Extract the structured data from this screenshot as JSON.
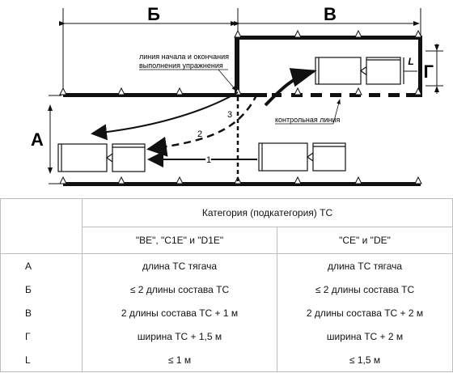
{
  "diagram": {
    "dimension_labels": {
      "a": "А",
      "b": "Б",
      "v": "В",
      "g": "Г",
      "l": "L"
    },
    "route_numbers": [
      "1",
      "2",
      "3"
    ],
    "annotation_start_line": [
      "линия начала и окончания",
      "выполнения упражнения"
    ],
    "annotation_control_line": "контрольная линия"
  },
  "table": {
    "category_header": "Категория (подкатегория) ТС",
    "columns": [
      "\"BE\", \"C1E\" и \"D1E\"",
      "\"CE\" и \"DE\""
    ],
    "rows": [
      {
        "param": "А",
        "col1": "длина ТС тягача",
        "col2": "длина ТС тягача"
      },
      {
        "param": "Б",
        "col1": "≤  2 длины состава ТС",
        "col2": "≤  2 длины состава ТС"
      },
      {
        "param": "В",
        "col1": "2 длины состава ТС + 1 м",
        "col2": "2 длины состава ТС + 2 м"
      },
      {
        "param": "Г",
        "col1": "ширина ТС + 1,5 м",
        "col2": "ширина ТС + 2 м"
      },
      {
        "param": "L",
        "col1": "≤  1 м",
        "col2": "≤  1,5 м"
      }
    ]
  }
}
